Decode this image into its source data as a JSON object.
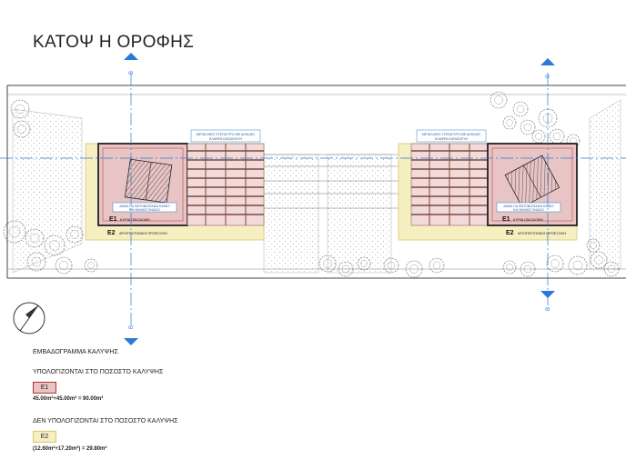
{
  "title": "ΚΑΤΟΨ Η ΟΡΟΦΗΣ",
  "section_markers": [
    "B",
    "B",
    "B",
    "B"
  ],
  "left_unit": {
    "pergola_label_1": "ΜΕΤΑΛΛΙΚΟ ΣΤΕΓΑΣΤΡΟ ΜΕ ΔΟΚΙΔΕΣ",
    "pergola_label_2": "ΕΛΑΦΡΑ ΚΑΤΑΣΚΕΥΗ",
    "roof_label_1": "ΔΩΜΑ ΓΙΑ ΦΩΤΟΒΟΛΤΑΙΚΑ ΠΑΝΕΛ",
    "roof_label_2": "ΚΑΙ ΗΛΙΑΚΟ ΠΛΑΙΣΙΟ",
    "e1_tag": "E1",
    "e1_text": "ΚΥΡΙΑ ΟΙΚΟΔΟΜΗ",
    "e2_tag": "E2",
    "e2_text": "ΑΡΧΙΤΕΚΤΟΝΙΚΗ ΠΡΟΕΞΟΧΗ"
  },
  "right_unit": {
    "pergola_label_1": "ΜΕΤΑΛΛΙΚΟ ΣΤΕΓΑΣΤΡΟ ΜΕ ΔΟΚΙΔΕΣ",
    "pergola_label_2": "ΕΛΑΦΡΑ ΚΑΤΑΣΚΕΥΗ",
    "roof_label_1": "ΔΩΜΑ ΓΙΑ ΦΩΤΟΒΟΛΤΑΙΚΑ ΠΑΝΕΛ",
    "roof_label_2": "ΚΑΙ ΗΛΙΑΚΟ ΠΛΑΙΣΙΟ",
    "e1_tag": "E1",
    "e1_text": "ΚΥΡΙΑ ΟΙΚΟΔΟΜΗ",
    "e2_tag": "E2",
    "e2_text": "ΑΡΧΙΤΕΚΤΟΝΙΚΗ ΠΡΟΕΞΟΧΗ"
  },
  "legend": {
    "heading": "ΕΜΒΑΔΟΓΡΑΜΜΑ ΚΑΛΥΨΗΣ",
    "included_heading": "ΥΠΟΛΟΓΙΖΟΝΤΑΙ ΣΤΟ ΠΟΣΟΣΤΟ ΚΑΛΥΨΗΣ",
    "e1_tag": "E1",
    "e1_calc": "45.00m²+45.00m² = 90.00m²",
    "excluded_heading": "ΔΕΝ ΥΠΟΛΟΓΙΖΟΝΤΑΙ ΣΤΟ ΠΟΣΟΣΤΟ ΚΑΛΥΨΗΣ",
    "e2_tag": "E2",
    "e2_calc": "(12.60m²+17.20m²) = 29.80m²"
  },
  "colors": {
    "e1_fill": "#e8c4c4",
    "e1_border": "#b03030",
    "e2_fill": "#f6efc2",
    "e2_border": "#d8c870",
    "section_line": "#2a7ad6",
    "pergola": "#7a4a3a",
    "hatch": "#999999",
    "tree": "#666666"
  }
}
